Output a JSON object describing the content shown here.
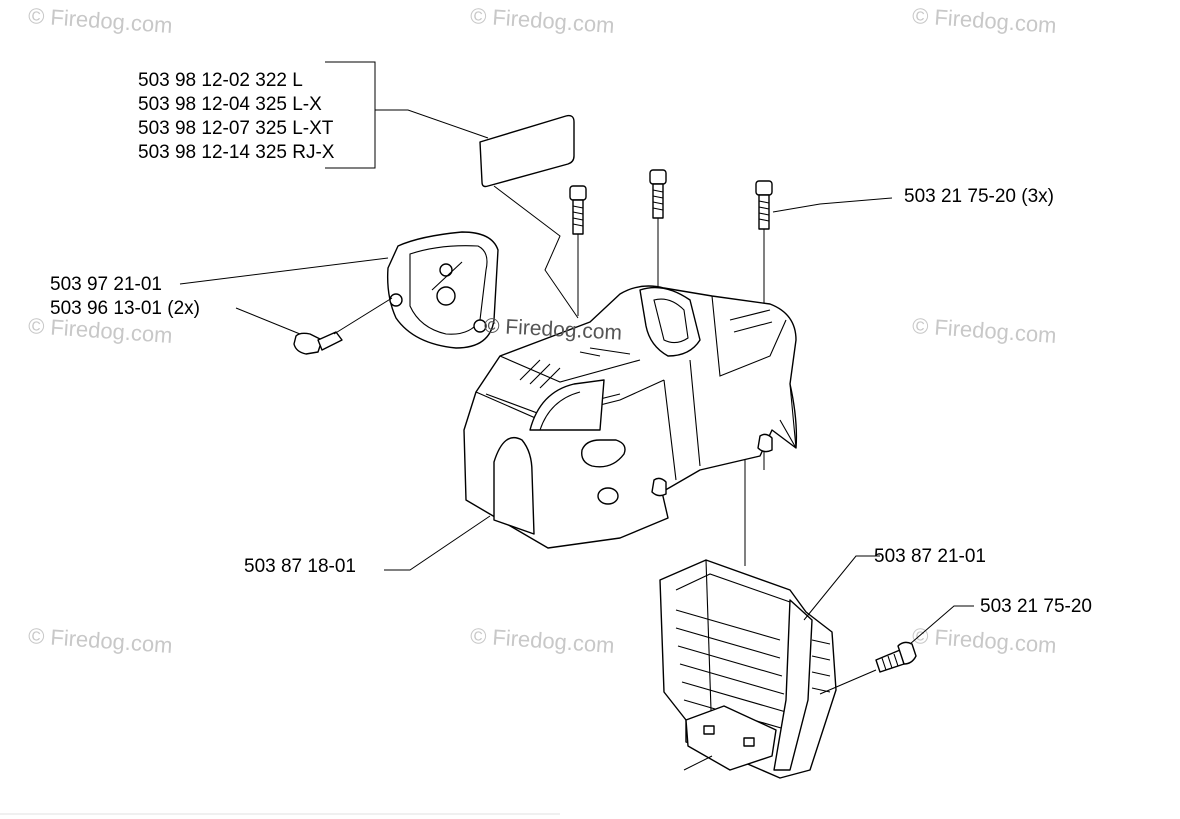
{
  "watermark": {
    "text": "© Firedog.com",
    "center_text": "© Firedog.com"
  },
  "labels": {
    "kit_1": "503 98 12-02 322 L",
    "kit_2": "503 98 12-04 325 L-X",
    "kit_3": "503 98 12-07 325 L-XT",
    "kit_4": "503 98 12-14 325 RJ-X",
    "screw_top": "503 21 75-20 (3x)",
    "cover_left": "503 97 21-01",
    "screw_left": "503 96 13-01 (2x)",
    "cylinder_cover": "503 87 18-01",
    "rear_cover": "503 87 21-01",
    "screw_right": "503 21 75-20"
  },
  "colors": {
    "line": "#000000",
    "watermark": "#c8c8c8",
    "background": "#ffffff"
  }
}
